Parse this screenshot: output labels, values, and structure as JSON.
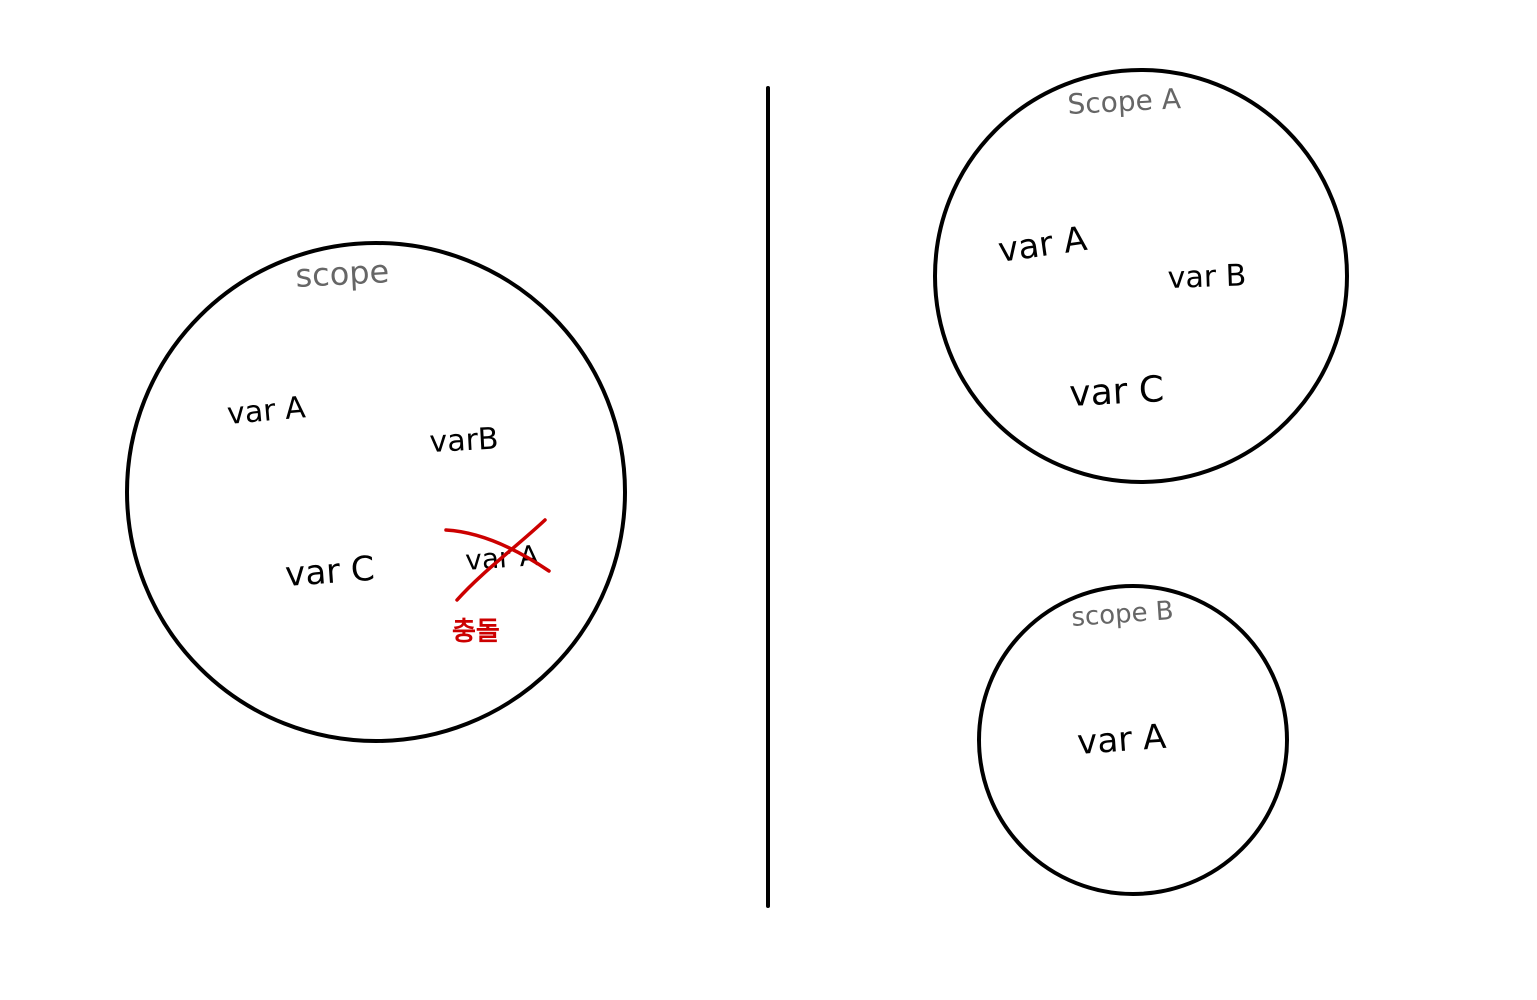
{
  "left_panel": {
    "scope_label": "scope",
    "variables": {
      "var_a": "var A",
      "var_b": "varB",
      "var_c": "var C",
      "var_a_duplicate": "var A"
    },
    "conflict_note": "충돌"
  },
  "right_panel": {
    "scope_a": {
      "label": "Scope A",
      "variables": {
        "var_a": "var A",
        "var_b": "var B",
        "var_c": "var C"
      }
    },
    "scope_b": {
      "label": "scope B",
      "variables": {
        "var_a": "var A"
      }
    }
  },
  "colors": {
    "ink": "#000000",
    "scope_label": "#666666",
    "conflict": "#cc0000",
    "background": "#ffffff"
  }
}
